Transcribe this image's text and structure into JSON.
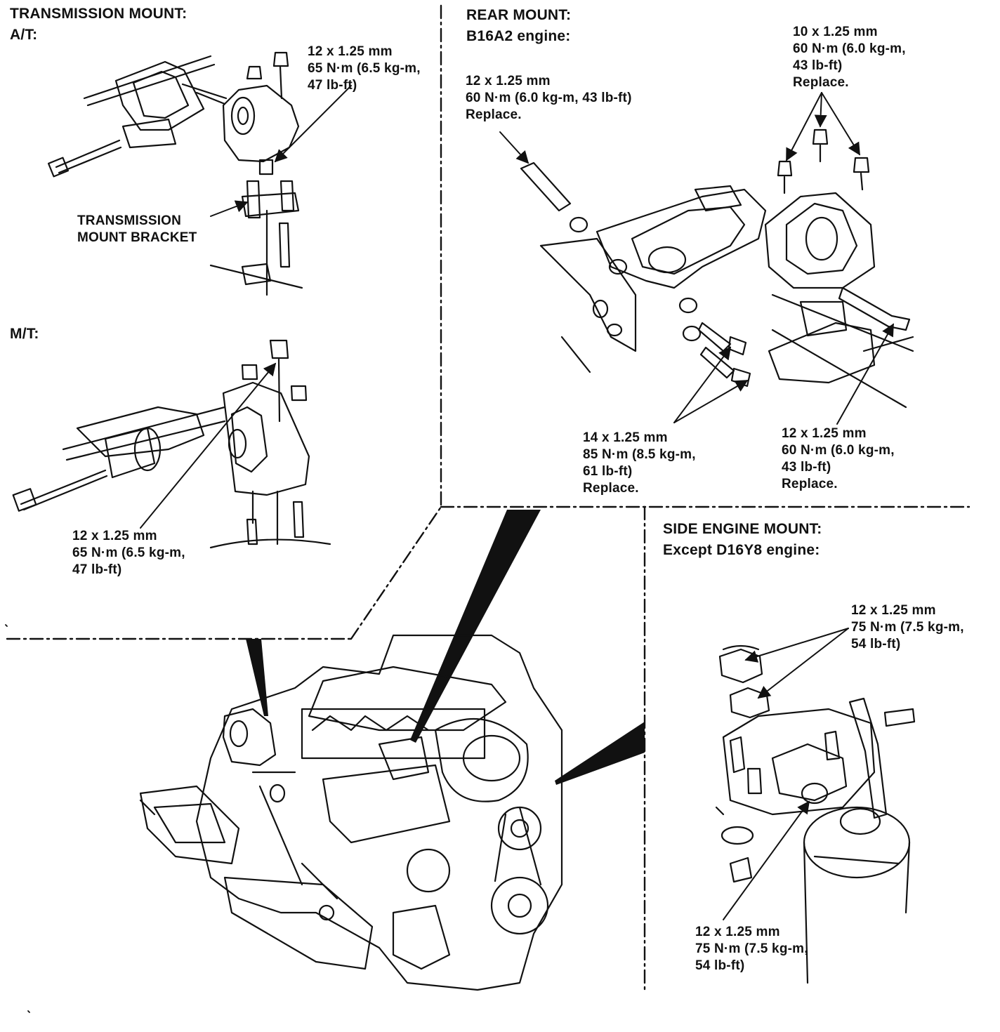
{
  "transmission": {
    "title": "TRANSMISSION MOUNT:",
    "at_label": "A/T:",
    "mt_label": "M/T:",
    "at_spec": [
      "12 x 1.25 mm",
      "65 N·m (6.5 kg-m,",
      "47 lb-ft)"
    ],
    "bracket_label": [
      "TRANSMISSION",
      "MOUNT BRACKET"
    ],
    "mt_spec": [
      "12 x 1.25 mm",
      "65 N·m (6.5 kg-m,",
      "47 lb-ft)"
    ]
  },
  "rear": {
    "title": "REAR MOUNT:",
    "subtitle": "B16A2 engine:",
    "spec_top_left": [
      "12 x 1.25 mm",
      "60 N·m (6.0 kg-m, 43 lb-ft)",
      "Replace."
    ],
    "spec_top_right": [
      "10 x 1.25 mm",
      "60 N·m (6.0 kg-m,",
      "43 lb-ft)",
      "Replace."
    ],
    "spec_bottom_mid": [
      "14 x 1.25 mm",
      "85 N·m (8.5 kg-m,",
      "61 lb-ft)",
      "Replace."
    ],
    "spec_bottom_right": [
      "12 x 1.25 mm",
      "60 N·m (6.0 kg-m,",
      "43 lb-ft)",
      "Replace."
    ]
  },
  "side": {
    "title": "SIDE ENGINE MOUNT:",
    "subtitle": "Except D16Y8 engine:",
    "spec_top": [
      "12 x 1.25 mm",
      "75 N·m (7.5 kg-m,",
      "54 lb-ft)"
    ],
    "spec_bottom": [
      "12 x 1.25 mm",
      "75 N·m (7.5 kg-m,",
      "54 lb-ft)"
    ]
  }
}
